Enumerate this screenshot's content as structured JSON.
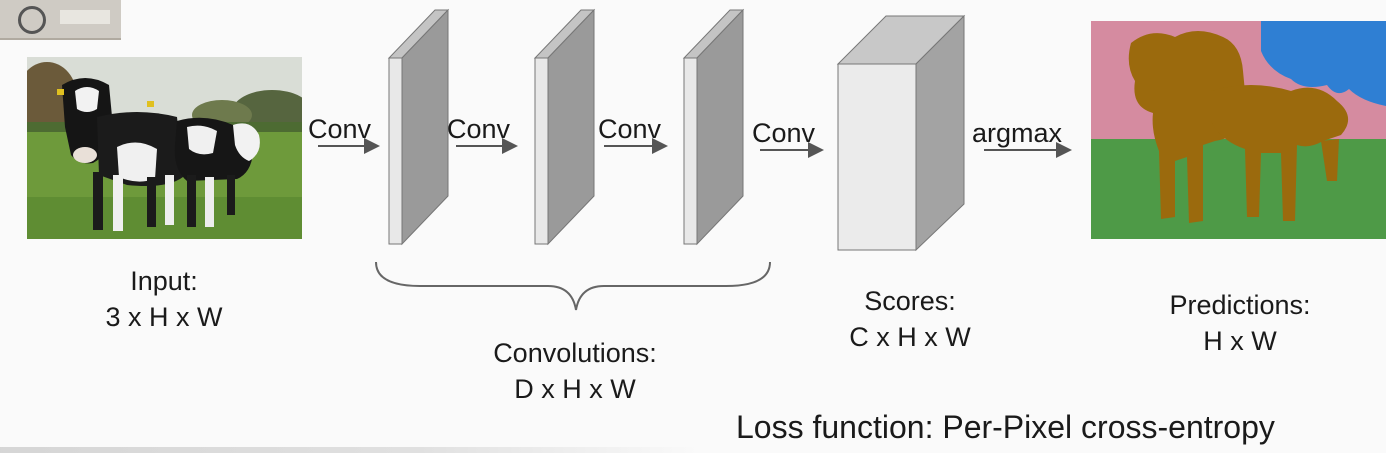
{
  "arrows": [
    {
      "label": "Conv"
    },
    {
      "label": "Conv"
    },
    {
      "label": "Conv"
    },
    {
      "label": "Conv"
    },
    {
      "label": "argmax"
    }
  ],
  "input": {
    "line1": "Input:",
    "line2": "3 x H x W"
  },
  "convolutions": {
    "line1": "Convolutions:",
    "line2": "D x H x W"
  },
  "scores": {
    "line1": "Scores:",
    "line2": "C x H x W"
  },
  "predictions": {
    "line1": "Predictions:",
    "line2": "H x W"
  },
  "loss": "Loss function: Per-Pixel cross-entropy",
  "colors": {
    "slab_front": "#e8e8e8",
    "slab_side": "#9a9a9a",
    "slab_top": "#c4c4c4",
    "seg_background_pink": "#d58ba0",
    "seg_sky_blue": "#2f7fd3",
    "seg_grass_green": "#4e9a47",
    "seg_cow_brown": "#9b6a0d",
    "photo_grass": "#6f9a3c",
    "photo_trees": "#4a5a3a"
  }
}
